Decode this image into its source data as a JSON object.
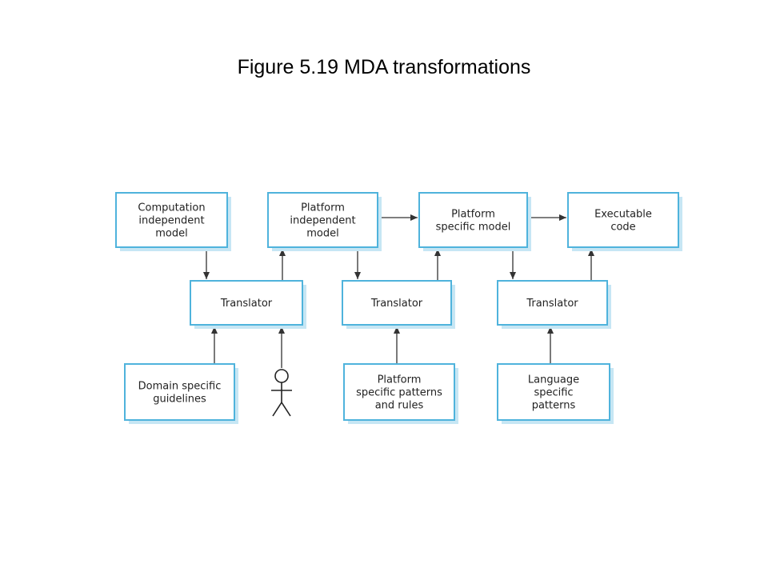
{
  "title": "Figure 5.19 MDA transformations",
  "colors": {
    "box_border": "#4fb3dc",
    "box_shadow": "#c6e6f4",
    "arrow": "#333333"
  },
  "diagram": {
    "nodes": {
      "cim": [
        "Computation",
        "independent",
        "model"
      ],
      "pim": [
        "Platform",
        "independent",
        "model"
      ],
      "psm": [
        "Platform",
        "specific model"
      ],
      "code": [
        "Executable",
        "code"
      ],
      "translator1": [
        "Translator"
      ],
      "translator2": [
        "Translator"
      ],
      "translator3": [
        "Translator"
      ],
      "domain_guidelines": [
        "Domain specific",
        "guidelines"
      ],
      "platform_patterns": [
        "Platform",
        "specific patterns",
        "and rules"
      ],
      "language_patterns": [
        "Language",
        "specific",
        "patterns"
      ]
    },
    "actor": "stick-figure",
    "edges": [
      [
        "cim",
        "translator1"
      ],
      [
        "translator1",
        "pim"
      ],
      [
        "pim",
        "psm"
      ],
      [
        "pim",
        "translator2"
      ],
      [
        "translator2",
        "psm"
      ],
      [
        "psm",
        "code"
      ],
      [
        "psm",
        "translator3"
      ],
      [
        "translator3",
        "code"
      ],
      [
        "domain_guidelines",
        "translator1"
      ],
      [
        "actor",
        "translator1"
      ],
      [
        "platform_patterns",
        "translator2"
      ],
      [
        "language_patterns",
        "translator3"
      ]
    ]
  }
}
